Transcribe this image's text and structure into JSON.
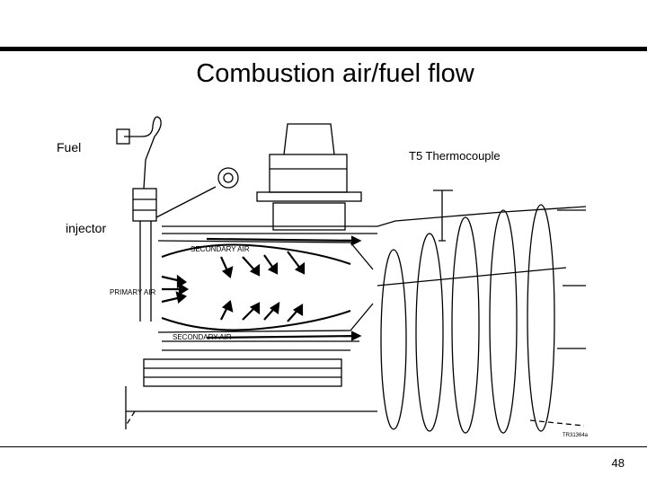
{
  "slide": {
    "title": "Combustion air/fuel flow",
    "page_number": "48"
  },
  "labels": {
    "fuel": "Fuel",
    "injector": "injector",
    "t5_thermocouple": "T5 Thermocouple"
  },
  "diagram": {
    "secondary_air_top": "SECONDARY AIR",
    "primary_air": "PRIMARY AIR",
    "secondary_air_bottom": "SECONDARY AIR",
    "reference_code": "TR31364a",
    "line_color": "#000000"
  }
}
